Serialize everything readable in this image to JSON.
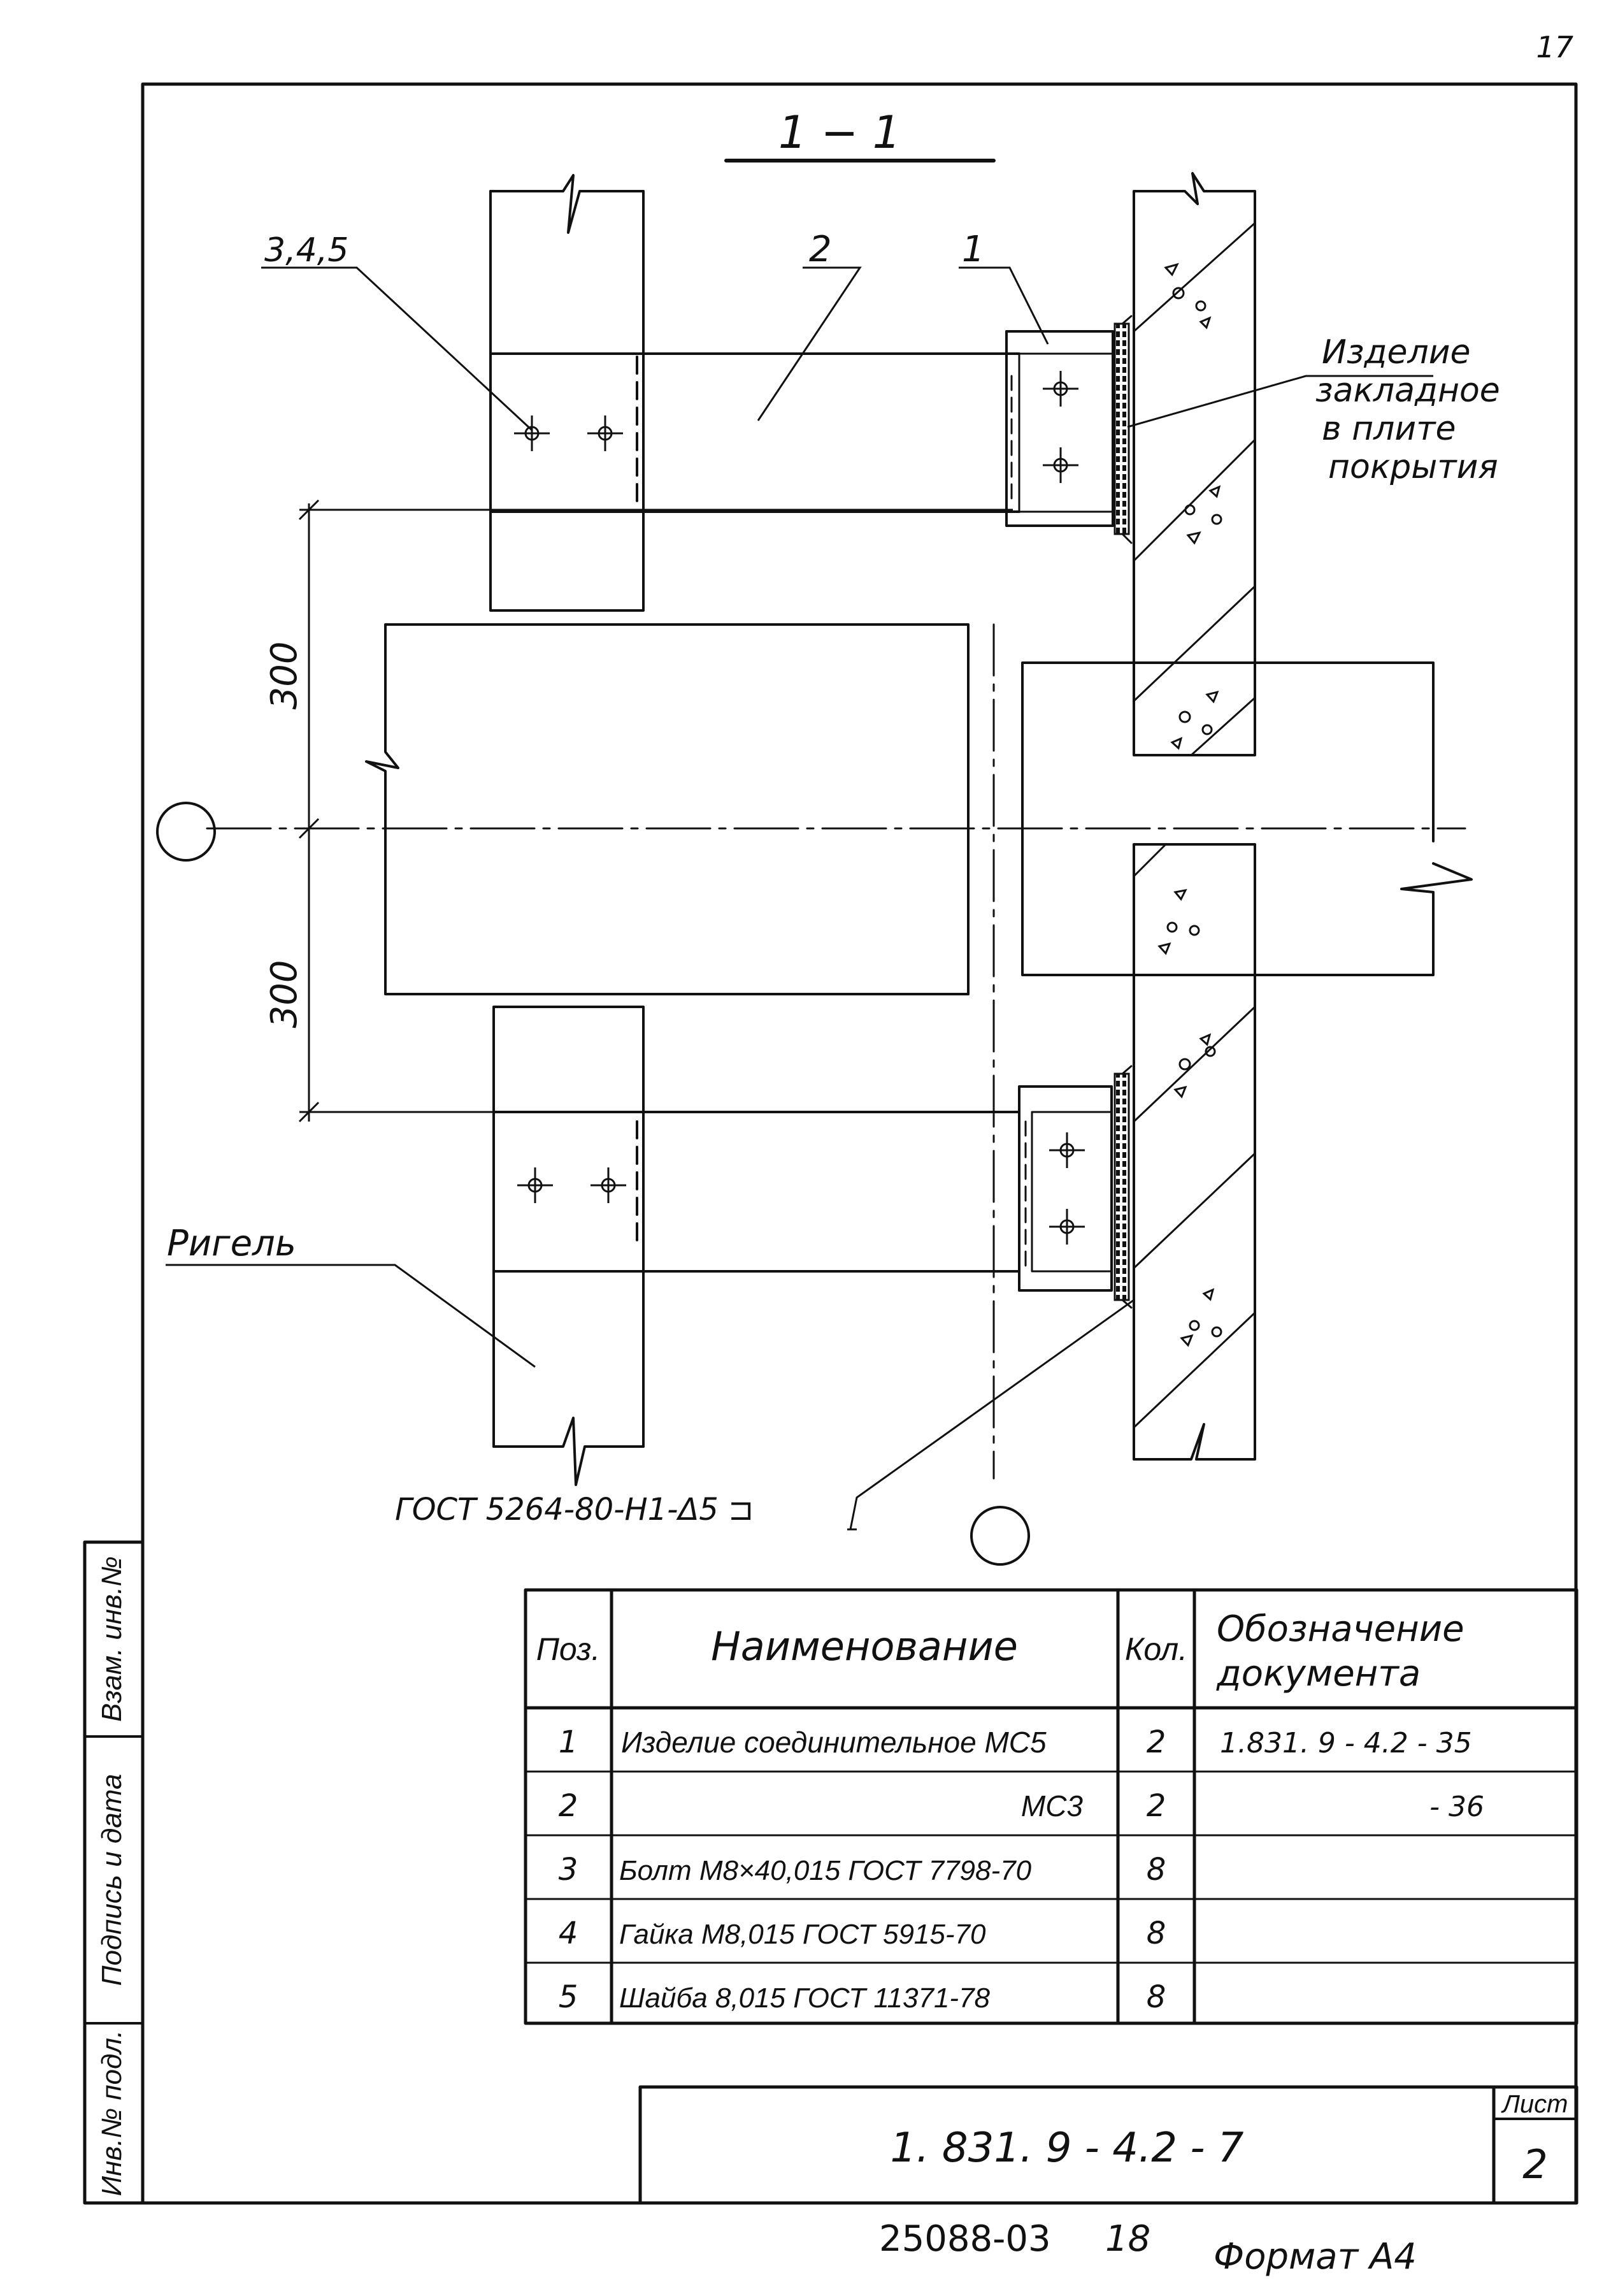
{
  "page_number": "17",
  "section_label": "1 − 1",
  "leaders": {
    "fasteners": "3,4,5",
    "item2": "2",
    "item1": "1",
    "embedded": [
      "Изделие",
      "закладное",
      "в плите",
      "покрытия"
    ],
    "rigel": "Ригель",
    "weld": "ГОСТ 5264-80-Н1-Δ5 ⊐"
  },
  "dimensions": {
    "upper": "300",
    "lower": "300"
  },
  "spec_table": {
    "headers": {
      "pos": "Поз.",
      "name": "Наименование",
      "qty": "Кол.",
      "doc": [
        "Обозначение",
        "документа"
      ]
    },
    "rows": [
      {
        "pos": "1",
        "name": "Изделие соединительное  МС5",
        "qty": "2",
        "doc": "1.831. 9 - 4.2 - 35"
      },
      {
        "pos": "2",
        "name": "МС3",
        "qty": "2",
        "doc": "- 36"
      },
      {
        "pos": "3",
        "name": "Болт М8×40,015 ГОСТ 7798-70",
        "qty": "8",
        "doc": ""
      },
      {
        "pos": "4",
        "name": "Гайка М8,015 ГОСТ 5915-70",
        "qty": "8",
        "doc": ""
      },
      {
        "pos": "5",
        "name": "Шайба 8,015  ГОСТ 11371-78",
        "qty": "8",
        "doc": ""
      }
    ]
  },
  "side_stamp": [
    "Инв.№ подл.",
    "Подпись и дата",
    "Взам. инв.№"
  ],
  "title_block": {
    "designation": "1. 831. 9 - 4.2 - 7",
    "sheet_label": "Лист",
    "sheet_number": "2"
  },
  "footer": {
    "order": "25088-03",
    "copy": "18",
    "format": "Формат А4"
  }
}
